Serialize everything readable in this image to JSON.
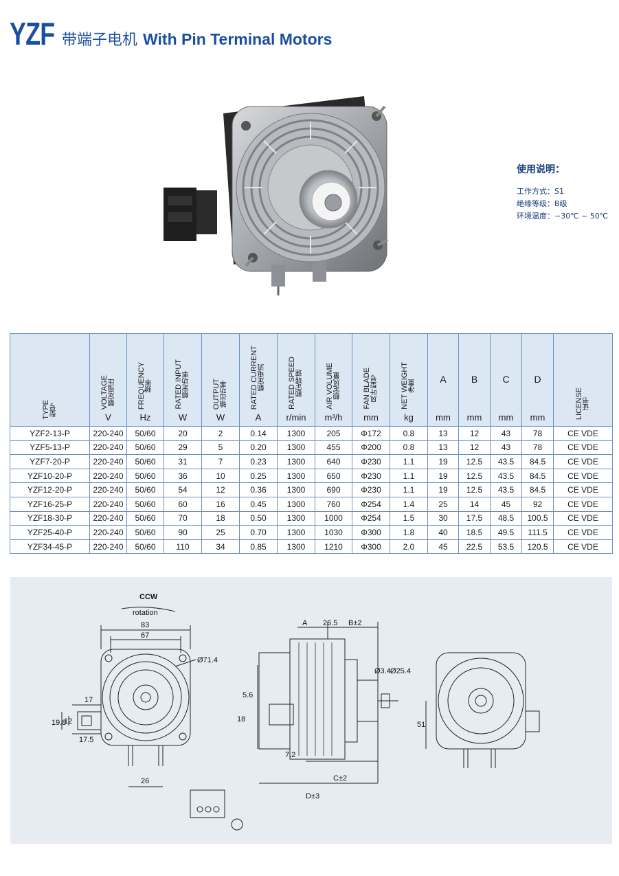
{
  "header": {
    "brand": "YZF",
    "title_cn": "带端子电机",
    "title_en": "With Pin Terminal Motors"
  },
  "usage": {
    "title": "使用说明：",
    "rows": [
      {
        "label": "工作方式：",
        "value": "S1"
      },
      {
        "label": "绝缘等级：",
        "value": "B级"
      },
      {
        "label": "环境温度：",
        "value": "−30℃ ~ 50℃"
      }
    ]
  },
  "table": {
    "columns": [
      {
        "en": "TYPE",
        "cn": "型号",
        "unit": ""
      },
      {
        "en": "VOLTAGE",
        "cn": "额定电压",
        "unit": "V"
      },
      {
        "en": "FREQUENCY",
        "cn": "频率",
        "unit": "Hz"
      },
      {
        "en": "RATED INPUT",
        "cn": "额定功率",
        "unit": "W"
      },
      {
        "en": "OUTPUT",
        "cn": "输出功率",
        "unit": "W"
      },
      {
        "en": "RATED CURRENT",
        "cn": "额定电流",
        "unit": "A"
      },
      {
        "en": "RATED SPEED",
        "cn": "额定转速",
        "unit": "r/min"
      },
      {
        "en": "AIR VOLUME",
        "cn": "额定风量",
        "unit": "m³/h"
      },
      {
        "en": "FAN BLADE",
        "cn": "风叶型号",
        "unit": "mm"
      },
      {
        "en": "NET WEIGHT",
        "cn": "净重",
        "unit": "kg"
      },
      {
        "en": "A",
        "cn": "",
        "unit": "mm"
      },
      {
        "en": "B",
        "cn": "",
        "unit": "mm"
      },
      {
        "en": "C",
        "cn": "",
        "unit": "mm"
      },
      {
        "en": "D",
        "cn": "",
        "unit": "mm"
      },
      {
        "en": "LICENSE",
        "cn": "证书",
        "unit": ""
      }
    ],
    "rows": [
      [
        "YZF2-13-P",
        "220-240",
        "50/60",
        "20",
        "2",
        "0.14",
        "1300",
        "205",
        "Φ172",
        "0.8",
        "13",
        "12",
        "43",
        "78",
        "CE  VDE"
      ],
      [
        "YZF5-13-P",
        "220-240",
        "50/60",
        "29",
        "5",
        "0.20",
        "1300",
        "455",
        "Φ200",
        "0.8",
        "13",
        "12",
        "43",
        "78",
        "CE  VDE"
      ],
      [
        "YZF7-20-P",
        "220-240",
        "50/60",
        "31",
        "7",
        "0.23",
        "1300",
        "640",
        "Φ230",
        "1.1",
        "19",
        "12.5",
        "43.5",
        "84.5",
        "CE  VDE"
      ],
      [
        "YZF10-20-P",
        "220-240",
        "50/60",
        "36",
        "10",
        "0.25",
        "1300",
        "650",
        "Φ230",
        "1.1",
        "19",
        "12.5",
        "43.5",
        "84.5",
        "CE  VDE"
      ],
      [
        "YZF12-20-P",
        "220-240",
        "50/60",
        "54",
        "12",
        "0.36",
        "1300",
        "690",
        "Φ230",
        "1.1",
        "19",
        "12.5",
        "43.5",
        "84.5",
        "CE  VDE"
      ],
      [
        "YZF16-25-P",
        "220-240",
        "50/60",
        "60",
        "16",
        "0.45",
        "1300",
        "760",
        "Φ254",
        "1.4",
        "25",
        "14",
        "45",
        "92",
        "CE  VDE"
      ],
      [
        "YZF18-30-P",
        "220-240",
        "50/60",
        "70",
        "18",
        "0.50",
        "1300",
        "1000",
        "Φ254",
        "1.5",
        "30",
        "17.5",
        "48.5",
        "100.5",
        "CE  VDE"
      ],
      [
        "YZF25-40-P",
        "220-240",
        "50/60",
        "90",
        "25",
        "0.70",
        "1300",
        "1030",
        "Φ300",
        "1.8",
        "40",
        "18.5",
        "49.5",
        "111.5",
        "CE  VDE"
      ],
      [
        "YZF34-45-P",
        "220-240",
        "50/60",
        "110",
        "34",
        "0.85",
        "1300",
        "1210",
        "Φ300",
        "2.0",
        "45",
        "22.5",
        "53.5",
        "120.5",
        "CE  VDE"
      ]
    ]
  },
  "drawing": {
    "ccw": "CCW",
    "rotation": "rotation",
    "dims": {
      "w83": "83",
      "w67": "67",
      "dia714": "Ø71.4",
      "d17": "17",
      "d198": "19.8",
      "d12": "12",
      "d175": "17.5",
      "d26": "26",
      "a": "A",
      "d265": "26.5",
      "b": "B±2",
      "dia34": "Ø3.4",
      "dia254": "Ø25.4",
      "d56": "5.6",
      "d18": "18",
      "d72": "7.2",
      "c": "C±2",
      "d": "D±3",
      "d51": "51"
    }
  }
}
